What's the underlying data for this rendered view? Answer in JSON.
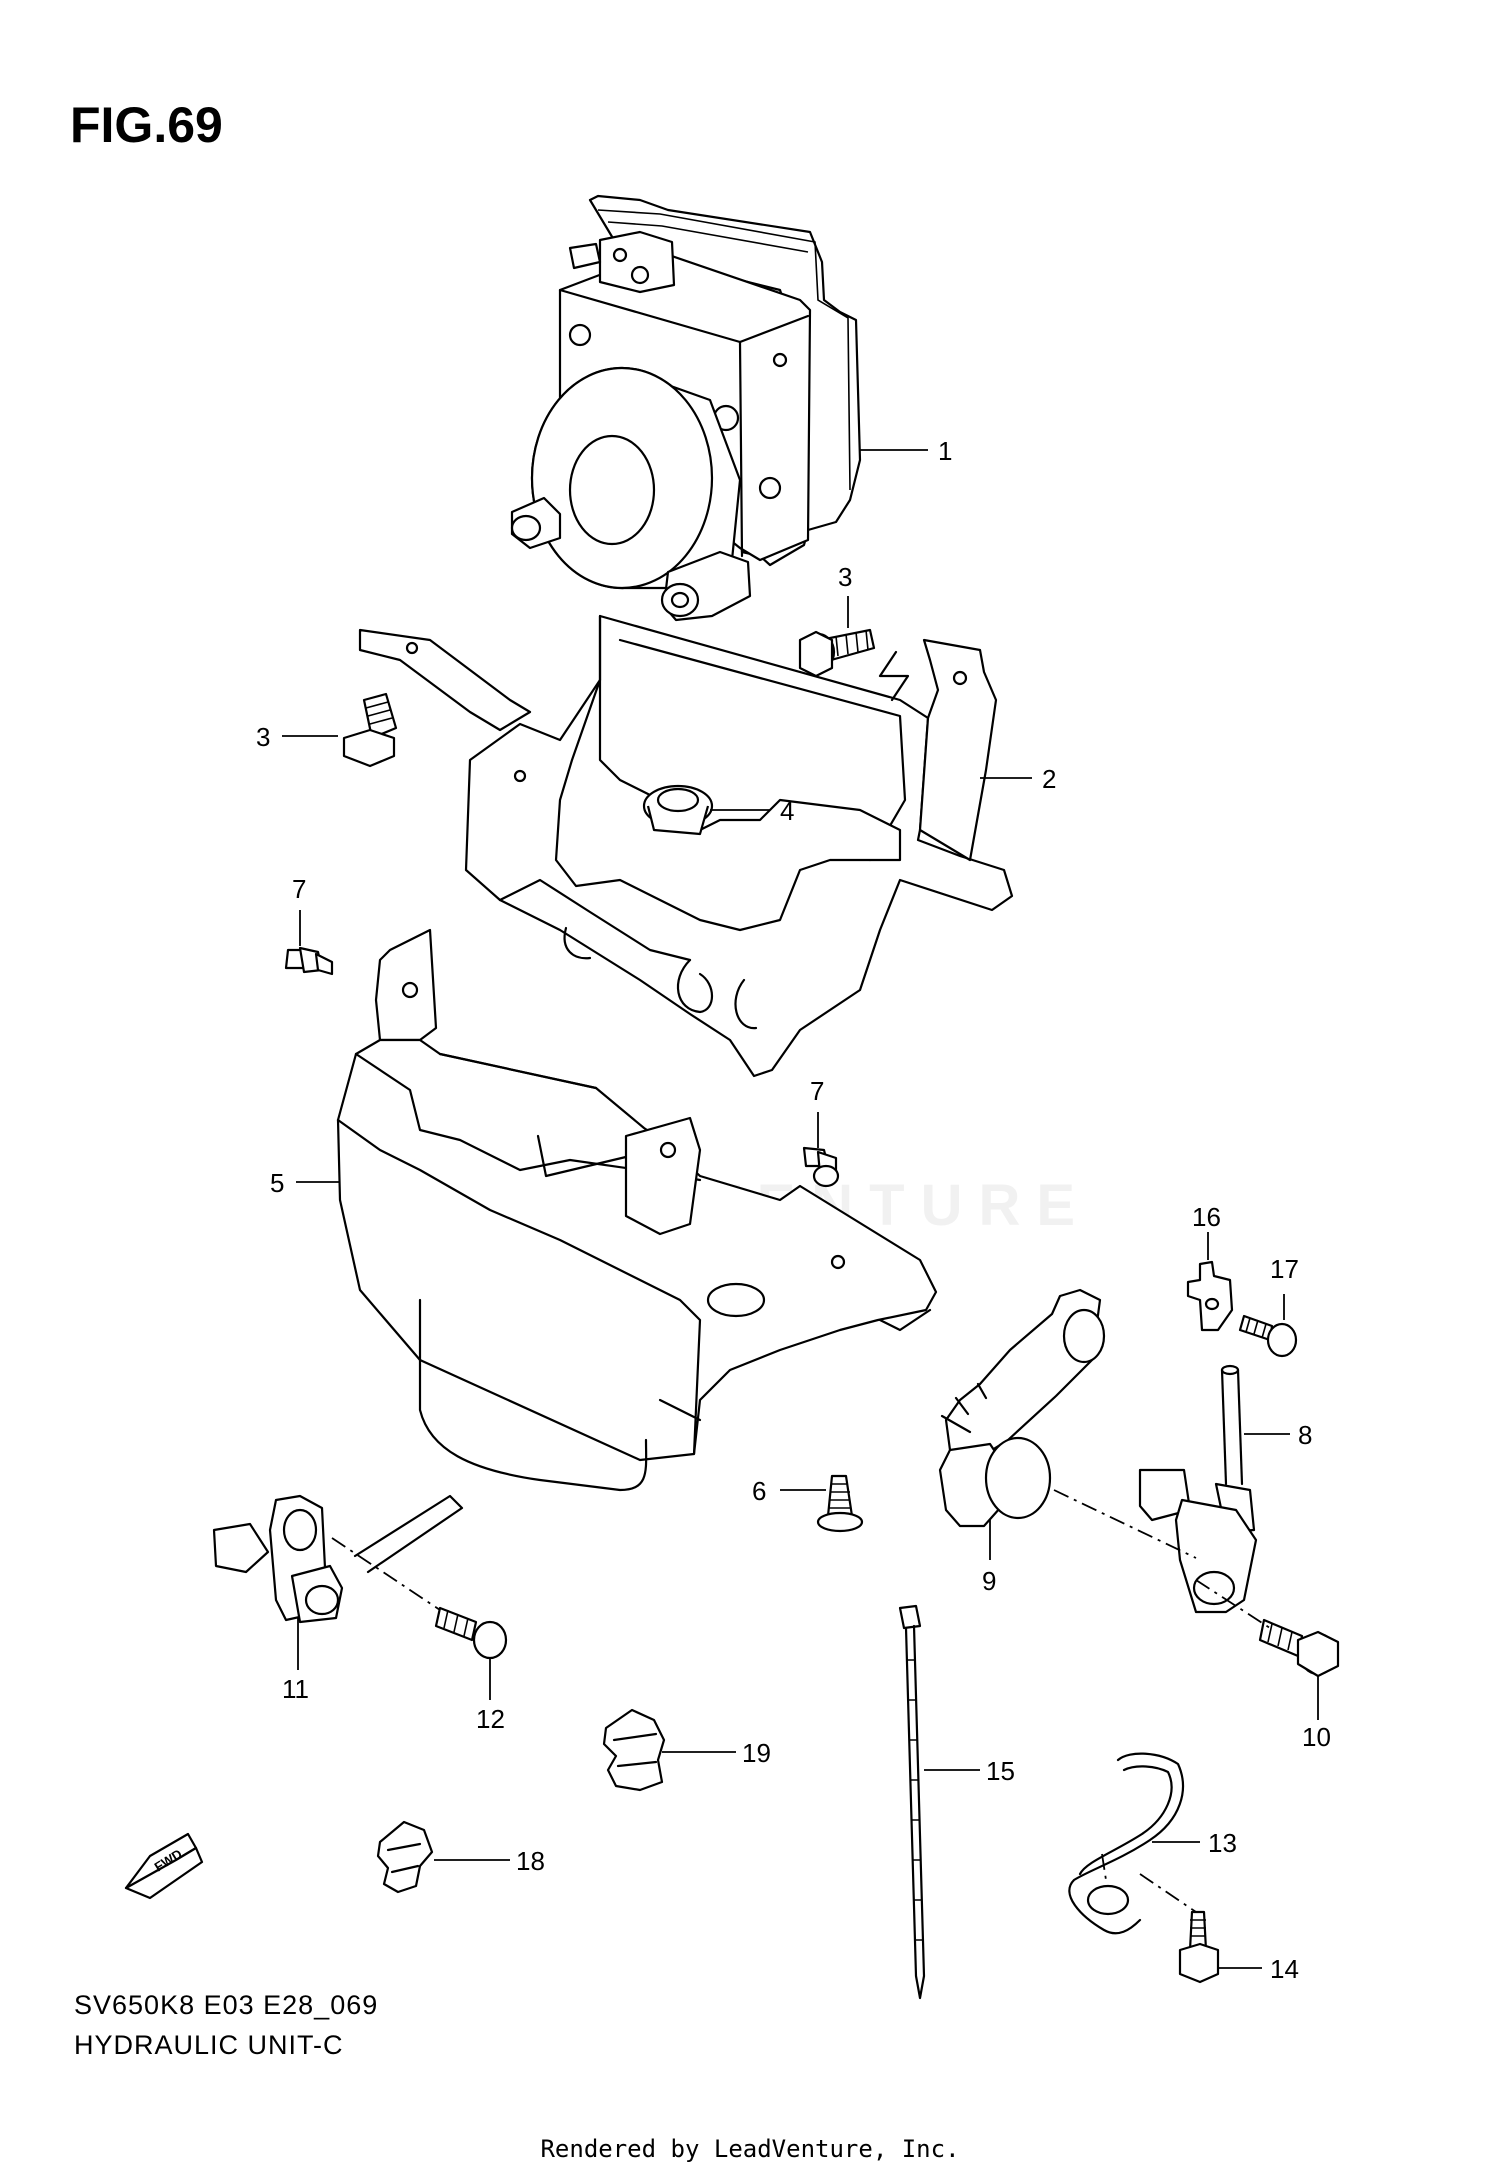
{
  "figure": {
    "title": "FIG.69",
    "model_code": "SV650K8 E03 E28_069",
    "caption": "HYDRAULIC UNIT-C",
    "credit": "Rendered by LeadVenture, Inc.",
    "watermark": "LEADVENTURE",
    "direction_badge": "FWD"
  },
  "callouts": [
    {
      "id": "1",
      "label": "1",
      "part": "hydraulic-unit"
    },
    {
      "id": "2",
      "label": "2",
      "part": "upper-bracket"
    },
    {
      "id": "3a",
      "label": "3",
      "part": "bolt-upper-right"
    },
    {
      "id": "3b",
      "label": "3",
      "part": "bolt-left"
    },
    {
      "id": "4",
      "label": "4",
      "part": "grommet"
    },
    {
      "id": "5",
      "label": "5",
      "part": "lower-cover"
    },
    {
      "id": "6",
      "label": "6",
      "part": "screw"
    },
    {
      "id": "7a",
      "label": "7",
      "part": "rivet-left"
    },
    {
      "id": "7b",
      "label": "7",
      "part": "rivet-center"
    },
    {
      "id": "8",
      "label": "8",
      "part": "wire-lead"
    },
    {
      "id": "9",
      "label": "9",
      "part": "sensor-bracket"
    },
    {
      "id": "10",
      "label": "10",
      "part": "bolt-right"
    },
    {
      "id": "11",
      "label": "11",
      "part": "front-sensor"
    },
    {
      "id": "12",
      "label": "12",
      "part": "bolt-front"
    },
    {
      "id": "13",
      "label": "13",
      "part": "wire-guide"
    },
    {
      "id": "14",
      "label": "14",
      "part": "bolt-guide"
    },
    {
      "id": "15",
      "label": "15",
      "part": "cable-tie"
    },
    {
      "id": "16",
      "label": "16",
      "part": "clip-nut"
    },
    {
      "id": "17",
      "label": "17",
      "part": "bolt-clip"
    },
    {
      "id": "18",
      "label": "18",
      "part": "clamp-small"
    },
    {
      "id": "19",
      "label": "19",
      "part": "clamp"
    }
  ]
}
